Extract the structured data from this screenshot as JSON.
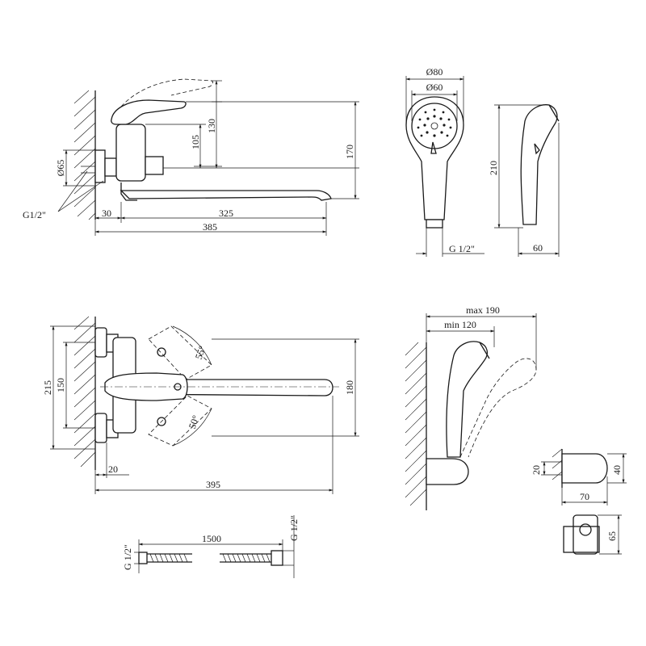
{
  "views": {
    "faucet_side": {
      "dim_105": "105",
      "dim_130": "130",
      "dim_170": "170",
      "dim_d65": "Ø65",
      "dim_g12": "G1/2\"",
      "dim_30": "30",
      "dim_325": "325",
      "dim_385": "385"
    },
    "shower_head_front": {
      "dim_d80": "Ø80",
      "dim_d60": "Ø60",
      "dim_g12": "G 1/2\""
    },
    "shower_head_side": {
      "dim_210": "210",
      "dim_60": "60"
    },
    "faucet_top": {
      "dim_215": "215",
      "dim_150": "150",
      "dim_180": "180",
      "angle_55": "55°",
      "angle_50": "50°",
      "dim_20": "20",
      "dim_395": "395"
    },
    "holder_side": {
      "dim_max190": "max 190",
      "dim_min120": "min 120"
    },
    "wall_bracket": {
      "dim_20": "20",
      "dim_40": "40",
      "dim_70": "70",
      "dim_65": "65"
    },
    "hose": {
      "dim_1500": "1500",
      "dim_g12_left": "G 1/2\"",
      "dim_g12_right": "G 1/2\""
    }
  }
}
